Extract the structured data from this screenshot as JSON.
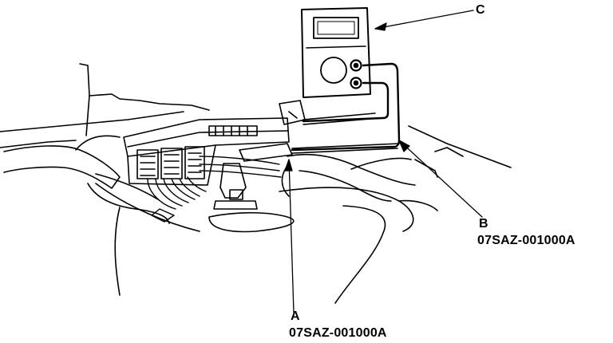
{
  "callouts": {
    "a": {
      "letter": "A",
      "part_number": "07SAZ-001000A"
    },
    "b": {
      "letter": "B",
      "part_number": "07SAZ-001000A"
    },
    "c": {
      "letter": "C"
    }
  },
  "colors": {
    "ink": "#000000",
    "paper": "#ffffff"
  }
}
